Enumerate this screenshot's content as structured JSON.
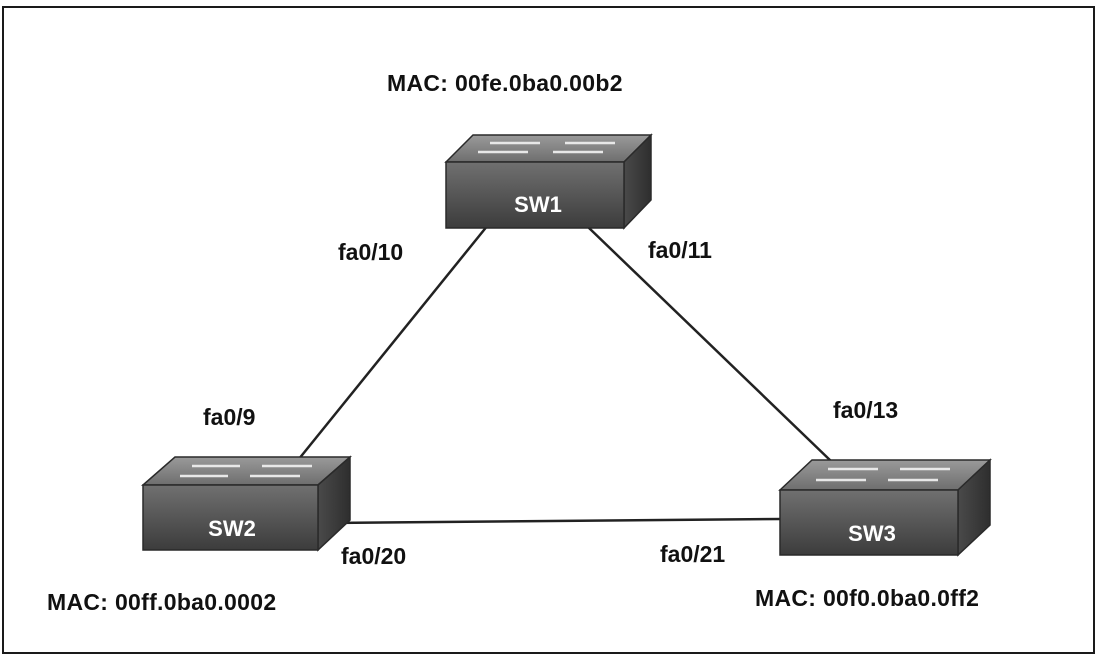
{
  "switches": [
    {
      "id": "sw1",
      "name": "SW1",
      "mac": "00fe.0ba0.00b2"
    },
    {
      "id": "sw2",
      "name": "SW2",
      "mac": "00ff.0ba0.0002"
    },
    {
      "id": "sw3",
      "name": "SW3",
      "mac": "00f0.0ba0.0ff2"
    }
  ],
  "mac_prefix": "MAC: ",
  "links": [
    {
      "from": "sw1",
      "to": "sw2",
      "from_port": "fa0/10",
      "to_port": "fa0/9"
    },
    {
      "from": "sw1",
      "to": "sw3",
      "from_port": "fa0/11",
      "to_port": "fa0/13"
    },
    {
      "from": "sw2",
      "to": "sw3",
      "from_port": "fa0/20",
      "to_port": "fa0/21"
    }
  ],
  "colors": {
    "switch_top": "#8a8a8a",
    "switch_front": "#5a5a5a",
    "switch_side": "#3f3f3f",
    "link": "#222222",
    "switch_label": "#ffffff"
  }
}
